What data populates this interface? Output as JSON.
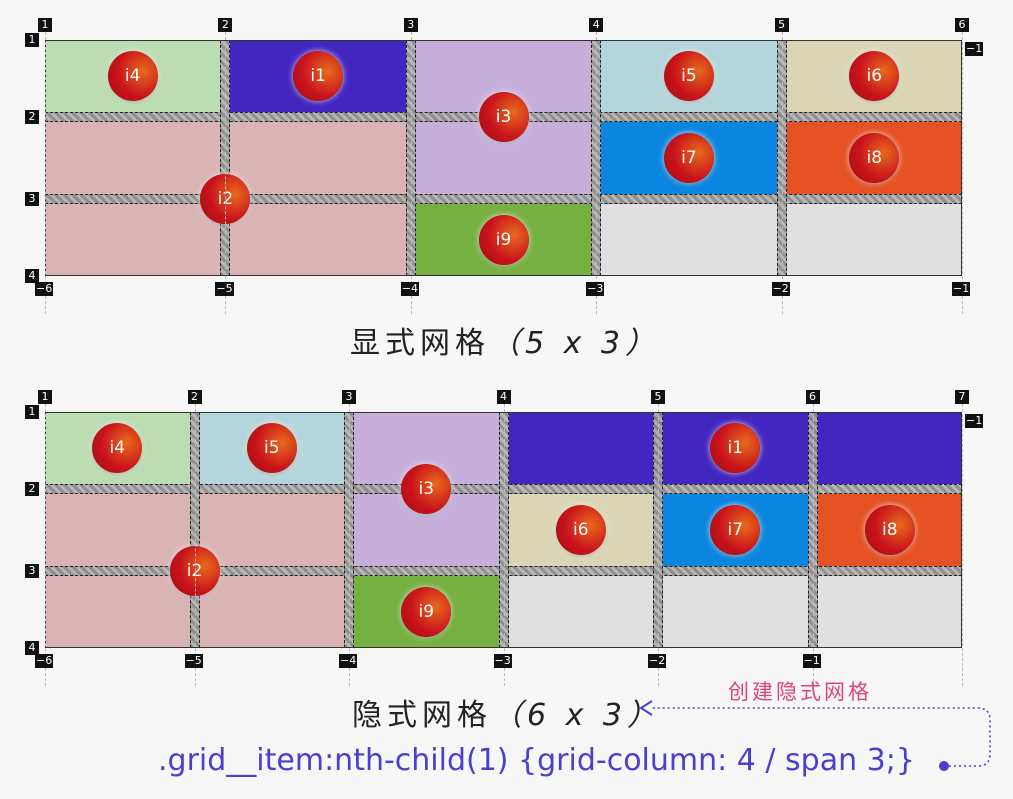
{
  "colors": {
    "i1": "#4326c0",
    "i2": "#dab3b5",
    "i3": "#c6afdb",
    "i4": "#bcdcb2",
    "i5": "#b4d5db",
    "i6": "#dad5b4",
    "i7": "#0a86e0",
    "i8": "#e65223",
    "i9": "#76b040",
    "empty": "#e0e0e0",
    "badge": "#c9131c",
    "code": "#4b3fd0",
    "note": "#e0457a"
  },
  "explicit": {
    "caption_text": "显式网格",
    "caption_paren": "（5 x 3）",
    "columns": 5,
    "rows": 3,
    "col_pos_labels": [
      "1",
      "2",
      "3",
      "4",
      "5",
      "6"
    ],
    "col_neg_labels": [
      "-6",
      "-5",
      "-4",
      "-3",
      "-2",
      "-1"
    ],
    "row_pos_labels": [
      "1",
      "2",
      "3",
      "4"
    ],
    "row_neg_label": "-1",
    "items": [
      {
        "id": "i1",
        "col": [
          2,
          3
        ],
        "row": [
          1,
          2
        ]
      },
      {
        "id": "i2",
        "col": [
          1,
          3
        ],
        "row": [
          2,
          4
        ]
      },
      {
        "id": "i3",
        "col": [
          3,
          4
        ],
        "row": [
          1,
          3
        ]
      },
      {
        "id": "i4",
        "col": [
          1,
          2
        ],
        "row": [
          1,
          2
        ]
      },
      {
        "id": "i5",
        "col": [
          4,
          5
        ],
        "row": [
          1,
          2
        ]
      },
      {
        "id": "i6",
        "col": [
          5,
          6
        ],
        "row": [
          1,
          2
        ]
      },
      {
        "id": "i7",
        "col": [
          4,
          5
        ],
        "row": [
          2,
          3
        ]
      },
      {
        "id": "i8",
        "col": [
          5,
          6
        ],
        "row": [
          2,
          3
        ]
      },
      {
        "id": "i9",
        "col": [
          3,
          4
        ],
        "row": [
          3,
          4
        ]
      }
    ]
  },
  "implicit": {
    "caption_text": "隐式网格",
    "caption_paren": "（6 x 3）",
    "columns": 6,
    "rows": 3,
    "col_pos_labels": [
      "1",
      "2",
      "3",
      "4",
      "5",
      "6",
      "7"
    ],
    "col_neg_labels": [
      "-6",
      "-5",
      "-4",
      "-3",
      "-2",
      "-1"
    ],
    "row_pos_labels": [
      "1",
      "2",
      "3",
      "4"
    ],
    "row_neg_label": "-1",
    "items": [
      {
        "id": "i1",
        "col": [
          4,
          7
        ],
        "row": [
          1,
          2
        ]
      },
      {
        "id": "i2",
        "col": [
          1,
          3
        ],
        "row": [
          2,
          4
        ]
      },
      {
        "id": "i3",
        "col": [
          3,
          4
        ],
        "row": [
          1,
          3
        ]
      },
      {
        "id": "i4",
        "col": [
          1,
          2
        ],
        "row": [
          1,
          2
        ]
      },
      {
        "id": "i5",
        "col": [
          2,
          3
        ],
        "row": [
          1,
          2
        ]
      },
      {
        "id": "i6",
        "col": [
          4,
          5
        ],
        "row": [
          2,
          3
        ]
      },
      {
        "id": "i7",
        "col": [
          5,
          6
        ],
        "row": [
          2,
          3
        ]
      },
      {
        "id": "i8",
        "col": [
          6,
          7
        ],
        "row": [
          2,
          3
        ]
      },
      {
        "id": "i9",
        "col": [
          3,
          4
        ],
        "row": [
          3,
          4
        ]
      }
    ]
  },
  "annotation": {
    "note": "创建隐式网格",
    "code": ".grid__item:nth-child(1) {grid-column: 4 / span 3;}"
  }
}
